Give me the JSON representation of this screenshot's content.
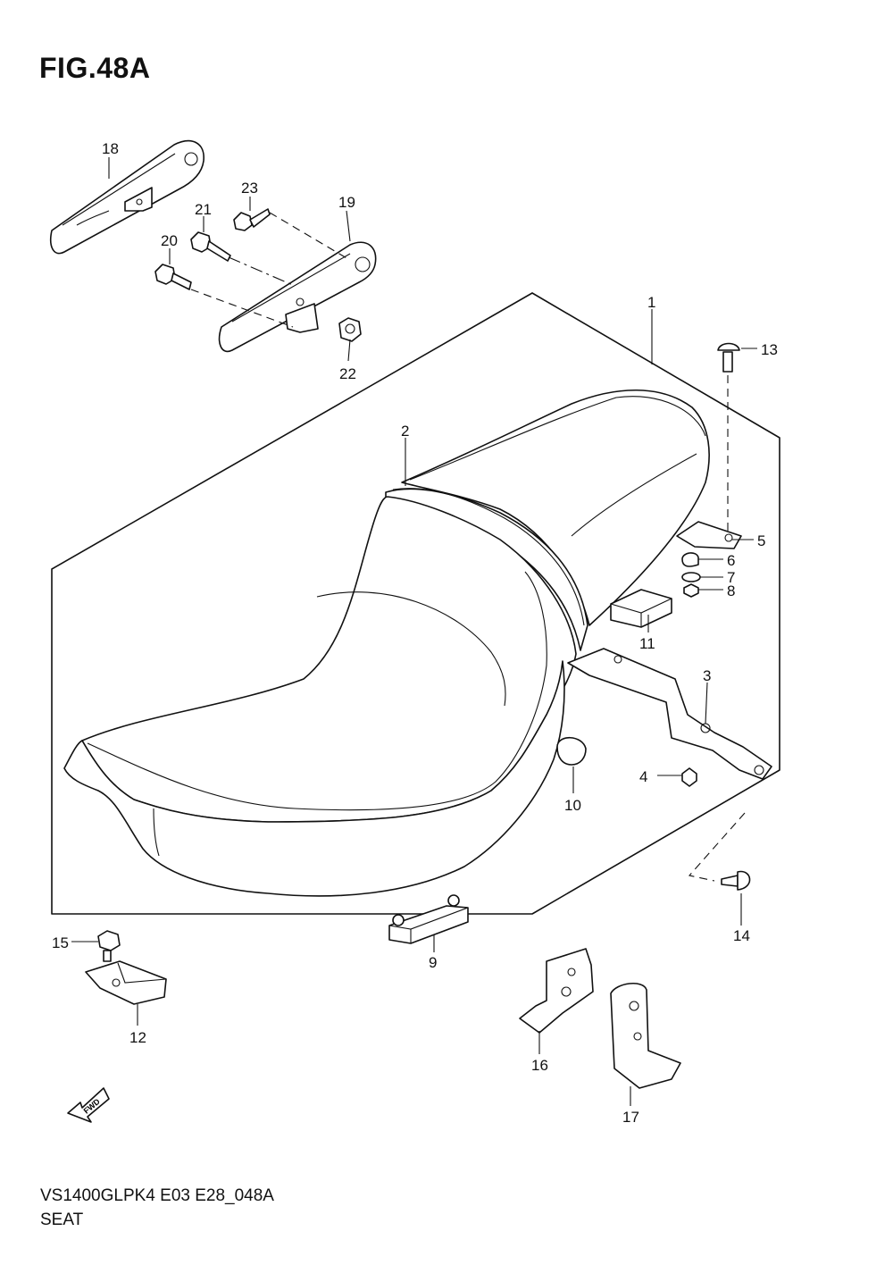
{
  "figure": {
    "title": "FIG.48A",
    "model_code": "VS1400GLPK4 E03 E28_048A",
    "section_name": "SEAT",
    "fwd_label": "FWD"
  },
  "callouts": [
    "1",
    "2",
    "3",
    "4",
    "5",
    "6",
    "7",
    "8",
    "9",
    "10",
    "11",
    "12",
    "13",
    "14",
    "15",
    "16",
    "17",
    "18",
    "19",
    "20",
    "21",
    "22",
    "23"
  ]
}
